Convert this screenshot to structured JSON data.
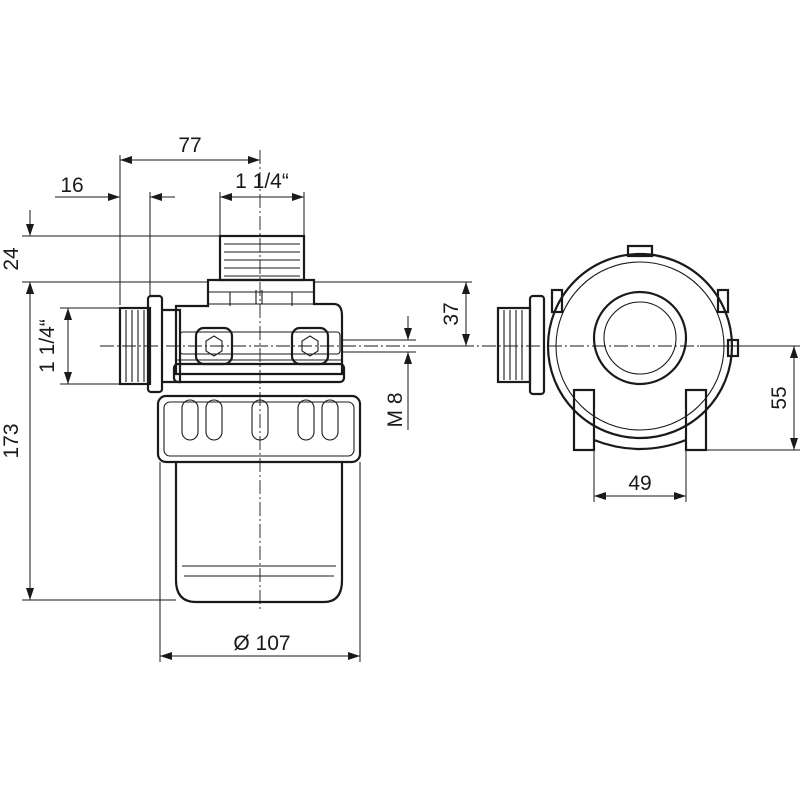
{
  "dimensions": {
    "width_77": "77",
    "width_16": "16",
    "thread_top": "1 1/4“",
    "height_24": "24",
    "height_37": "37",
    "thread_side": "1 1/4“",
    "bolt": "M 8",
    "height_173": "173",
    "diameter": "Ø 107",
    "height_55": "55",
    "width_49": "49"
  },
  "colors": {
    "line": "#1a1a1a",
    "background": "#ffffff"
  }
}
